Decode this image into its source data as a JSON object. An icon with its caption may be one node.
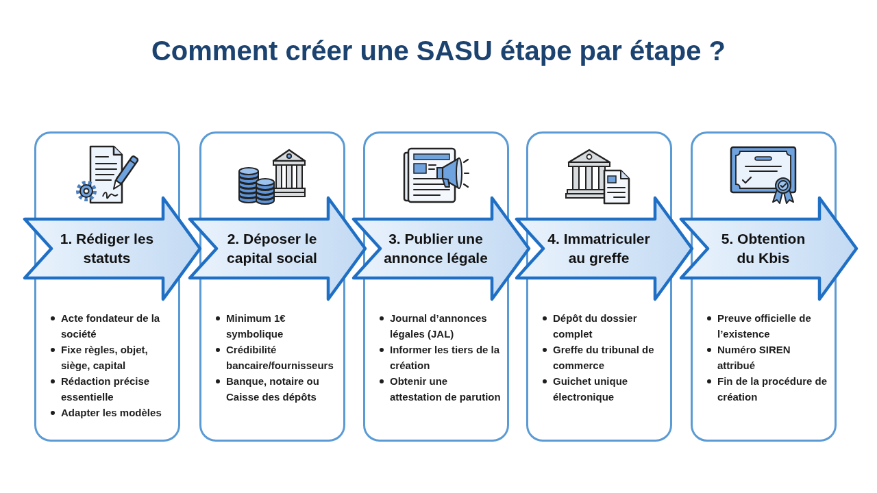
{
  "diagram": {
    "title": "Comment créer une SASU étape par étape ?",
    "nodes": [
      {
        "text": [
          "1. Rédiger les statuts"
        ]
      },
      {
        "text": [
          "Acte fondateur de la société",
          "Fixe règles, objet, siège, capital",
          "Rédaction précise essentielle",
          "Adapter les modèles"
        ]
      },
      {
        "text": [
          "2. Déposer le capital social"
        ]
      },
      {
        "text": [
          "Minimum 1€ symbolique",
          "Crédibilité bancaire/fournisseurs",
          "Banque, notaire ou Caisse des dépôts"
        ]
      },
      {
        "text": [
          "3. Publier une annonce légale"
        ]
      },
      {
        "text": [
          "Journal d’annonces légales (JAL)",
          "Informer les tiers de la création",
          "Obtenir une attestation de parution"
        ]
      },
      {
        "text": [
          "4. Immatriculer au greffe"
        ]
      },
      {
        "text": [
          "Dépôt du dossier complet",
          "Greffe du tribunal de commerce",
          "Guichet unique électronique"
        ]
      },
      {
        "text": [
          "5. Obtention du Kbis"
        ]
      },
      {
        "text": [
          "Preuve officielle de l’existence",
          "Numéro SIREN attribué",
          "Fin de la procédure de création"
        ]
      }
    ]
  }
}
